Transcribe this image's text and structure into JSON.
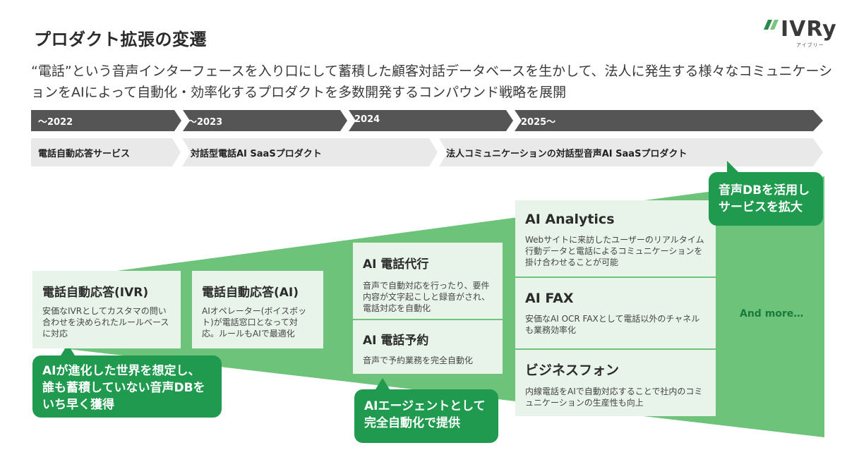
{
  "title": "プロダクト拡張の変遷",
  "logo": {
    "name": "IVRy",
    "sub": "アイブリー"
  },
  "subtitle": "“電話”という音声インターフェースを入り口にして蓄積した顧客対話データベースを生かして、法人に発生する様々なコミュニケーションをAIによって自動化・効率化するプロダクトを多数開発するコンパウンド戦略を展開",
  "timeline": [
    "〜2022",
    "〜2023",
    "2024",
    "2025〜"
  ],
  "phases": [
    "電話自動応答サービス",
    "対話型電話AI SaaSプロダクト",
    "法人コミュニケーションの対話型音声AI SaaSプロダクト"
  ],
  "products": {
    "ivr": {
      "title": "電話自動応答(IVR)",
      "desc": "安価なIVRとしてカスタマの問い合わせを決められたルールベースに対応"
    },
    "ai": {
      "title": "電話自動応答(AI)",
      "desc": "AIオペレーター(ボイスボット)が電話窓口となって対応。ルールもAIで最適化"
    },
    "agent": {
      "title": "AI 電話代行",
      "desc": "音声で自動対応を行ったり、要件内容が文字起こしと録音がされ、電話対応を自動化"
    },
    "reserve": {
      "title": "AI 電話予約",
      "desc": "音声で予約業務を完全自動化"
    },
    "analytics": {
      "title": "AI Analytics",
      "desc": "Webサイトに来訪したユーザーのリアルタイム行動データと電話によるコミュニケーションを掛け合わせることが可能"
    },
    "fax": {
      "title": "AI FAX",
      "desc": "安価なAI OCR FAXとして電話以外のチャネルも業務効率化"
    },
    "phone": {
      "title": "ビジネスフォン",
      "desc": "内線電話をAIで自動対応することで社内のコミュニケーションの生産性も向上"
    }
  },
  "and_more": "And more…",
  "bubbles": {
    "left": "AIが進化した世界を想定し、誰も蓄積していない音声DBをいち早く獲得",
    "middle": "AIエージェントとして完全自動化で提供",
    "right": "音声DBを活用しサービスを拡大"
  },
  "colors": {
    "green": "#1f9a4e",
    "wedge": "#6cc379",
    "card": "#e8f4ea",
    "arrow_dark": "#555555",
    "arrow_light": "#e9e9e9"
  }
}
